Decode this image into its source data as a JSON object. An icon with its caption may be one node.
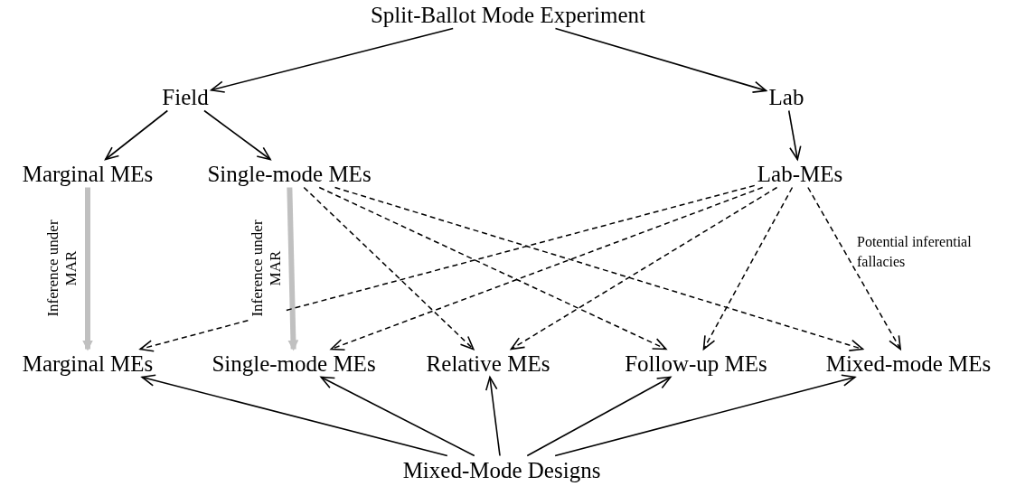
{
  "diagram": {
    "nodes": [
      {
        "text": [
          "Split-Ballot Mode Experiment"
        ]
      },
      {
        "text": [
          "Field"
        ]
      },
      {
        "text": [
          "Lab"
        ]
      },
      {
        "text": [
          "Marginal MEs"
        ]
      },
      {
        "text": [
          "Single-mode MEs"
        ]
      },
      {
        "text": [
          "Lab-MEs"
        ]
      },
      {
        "text": [
          "Marginal MEs"
        ]
      },
      {
        "text": [
          "Single-mode MEs"
        ]
      },
      {
        "text": [
          "Relative MEs"
        ]
      },
      {
        "text": [
          "Follow-up MEs"
        ]
      },
      {
        "text": [
          "Mixed-mode MEs"
        ]
      },
      {
        "text": [
          "Mixed-Mode Designs"
        ]
      }
    ],
    "edges": [
      {
        "from": 0,
        "to": 1,
        "arrow": "to"
      },
      {
        "from": 0,
        "to": 2,
        "arrow": "to"
      },
      {
        "from": 1,
        "to": 3,
        "arrow": "to"
      },
      {
        "from": 1,
        "to": 4,
        "arrow": "to"
      },
      {
        "from": 2,
        "to": 5,
        "arrow": "to"
      },
      {
        "from": 3,
        "to": 6,
        "arrow": "to",
        "style": "thick",
        "color": "#c0c0c0",
        "label": "Inference under MAR"
      },
      {
        "from": 4,
        "to": 7,
        "arrow": "to",
        "style": "thick",
        "color": "#c0c0c0",
        "label": "Inference under MAR"
      },
      {
        "from": 4,
        "to": 8,
        "arrow": "to",
        "style": "dashed"
      },
      {
        "from": 4,
        "to": 9,
        "arrow": "to",
        "style": "dashed"
      },
      {
        "from": 4,
        "to": 10,
        "arrow": "to",
        "style": "dashed"
      },
      {
        "from": 5,
        "to": 6,
        "arrow": "to",
        "style": "dashed"
      },
      {
        "from": 5,
        "to": 7,
        "arrow": "to",
        "style": "dashed"
      },
      {
        "from": 5,
        "to": 8,
        "arrow": "to",
        "style": "dashed"
      },
      {
        "from": 5,
        "to": 9,
        "arrow": "to",
        "style": "dashed"
      },
      {
        "from": 5,
        "to": 10,
        "arrow": "to",
        "style": "dashed"
      },
      {
        "from": 11,
        "to": 6,
        "arrow": "to"
      },
      {
        "from": 11,
        "to": 7,
        "arrow": "to"
      },
      {
        "from": 11,
        "to": 8,
        "arrow": "to"
      },
      {
        "from": 11,
        "to": 9,
        "arrow": "to"
      },
      {
        "from": 11,
        "to": 10,
        "arrow": "to"
      }
    ],
    "labels": [
      "Potential inferential fallacies"
    ]
  }
}
